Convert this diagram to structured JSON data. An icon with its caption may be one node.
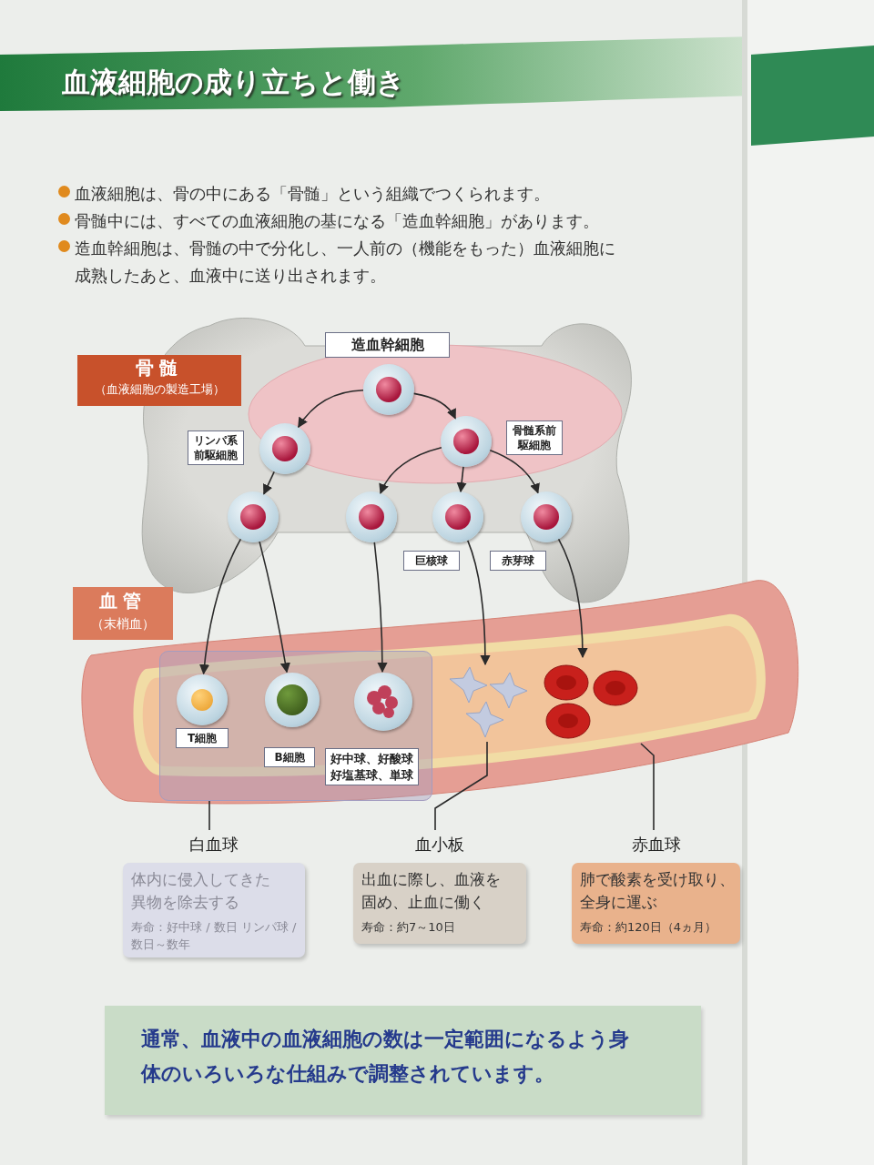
{
  "diagram": {
    "title": "血液細胞の成り立ちと働き",
    "nodes": [
      {
        "text": [
          "骨髄",
          "（血液細胞の製造工場）"
        ]
      },
      {
        "text": [],
        "shape": "circle",
        "in": 0,
        "beside": [
          "造血幹細胞"
        ]
      },
      {
        "text": [],
        "shape": "circle",
        "in": 0,
        "beside": [
          "リンパ系前駆細胞"
        ]
      },
      {
        "text": [],
        "shape": "circle",
        "in": 0,
        "beside": [
          "骨髄系前駆細胞"
        ]
      },
      {
        "text": [],
        "shape": "circle",
        "in": 0
      },
      {
        "text": [],
        "shape": "circle",
        "in": 0
      },
      {
        "text": [],
        "shape": "circle",
        "in": 0,
        "beside": [
          "巨核球"
        ]
      },
      {
        "text": [],
        "shape": "circle",
        "in": 0,
        "beside": [
          "赤芽球"
        ]
      },
      {
        "text": [
          "血管",
          "（末梢血）"
        ]
      },
      {
        "text": [],
        "shape": "box",
        "in": 8
      },
      {
        "text": [],
        "shape": "circle",
        "in": 9,
        "beside": [
          "T細胞"
        ]
      },
      {
        "text": [],
        "shape": "circle",
        "in": 9,
        "beside": [
          "B細胞"
        ]
      },
      {
        "text": [],
        "shape": "circle",
        "in": 9,
        "beside": [
          "好中球、好酸球好塩基球、単球"
        ]
      },
      {
        "text": [],
        "shape": "picture",
        "in": 8
      },
      {
        "text": [],
        "shape": "picture",
        "in": 8
      },
      {
        "text": [
          "白血球",
          "体内に侵入してきた異物を除去する",
          "寿命：好中球 / 数日 リンパ球 / 数日～数年"
        ]
      },
      {
        "text": [
          "血小板",
          "出血に際し、血液を固め、止血に働く",
          "寿命：約7～10日"
        ]
      },
      {
        "text": [
          "赤血球",
          "肺で酸素を受け取り、全身に運ぶ",
          "寿命：約120日（4ヵ月）"
        ]
      },
      {
        "text": [
          "通常、血液中の血液細胞の数は一定範囲になるよう身体のいろいろな仕組みで調整されています。"
        ]
      }
    ],
    "edges": [
      {
        "from": 1,
        "to": 2,
        "arrow": "to"
      },
      {
        "from": 1,
        "to": 3,
        "arrow": "to"
      },
      {
        "from": 2,
        "to": 4,
        "arrow": "to"
      },
      {
        "from": 3,
        "to": 5,
        "arrow": "to"
      },
      {
        "from": 3,
        "to": 6,
        "arrow": "to"
      },
      {
        "from": 3,
        "to": 7,
        "arrow": "to"
      },
      {
        "from": 4,
        "to": 10,
        "arrow": "to"
      },
      {
        "from": 4,
        "to": 11,
        "arrow": "to"
      },
      {
        "from": 5,
        "to": 12,
        "arrow": "to"
      },
      {
        "from": 6,
        "to": 13,
        "arrow": "to"
      },
      {
        "from": 7,
        "to": 14,
        "arrow": "to"
      },
      {
        "from": 9,
        "to": 15,
        "arrow": "none"
      },
      {
        "from": 13,
        "to": 16,
        "arrow": "none"
      },
      {
        "from": 14,
        "to": 17,
        "arrow": "none"
      }
    ],
    "labels": [
      "血液細胞は、骨の中にある「骨髄」という組織でつくられます。",
      "骨髄中には、すべての血液細胞の基になる「造血幹細胞」があります。",
      "造血幹細胞は、骨髄の中で分化し、一人前の（機能をもった）血液細胞に成熟したあと、血液中に送り出されます。"
    ]
  }
}
